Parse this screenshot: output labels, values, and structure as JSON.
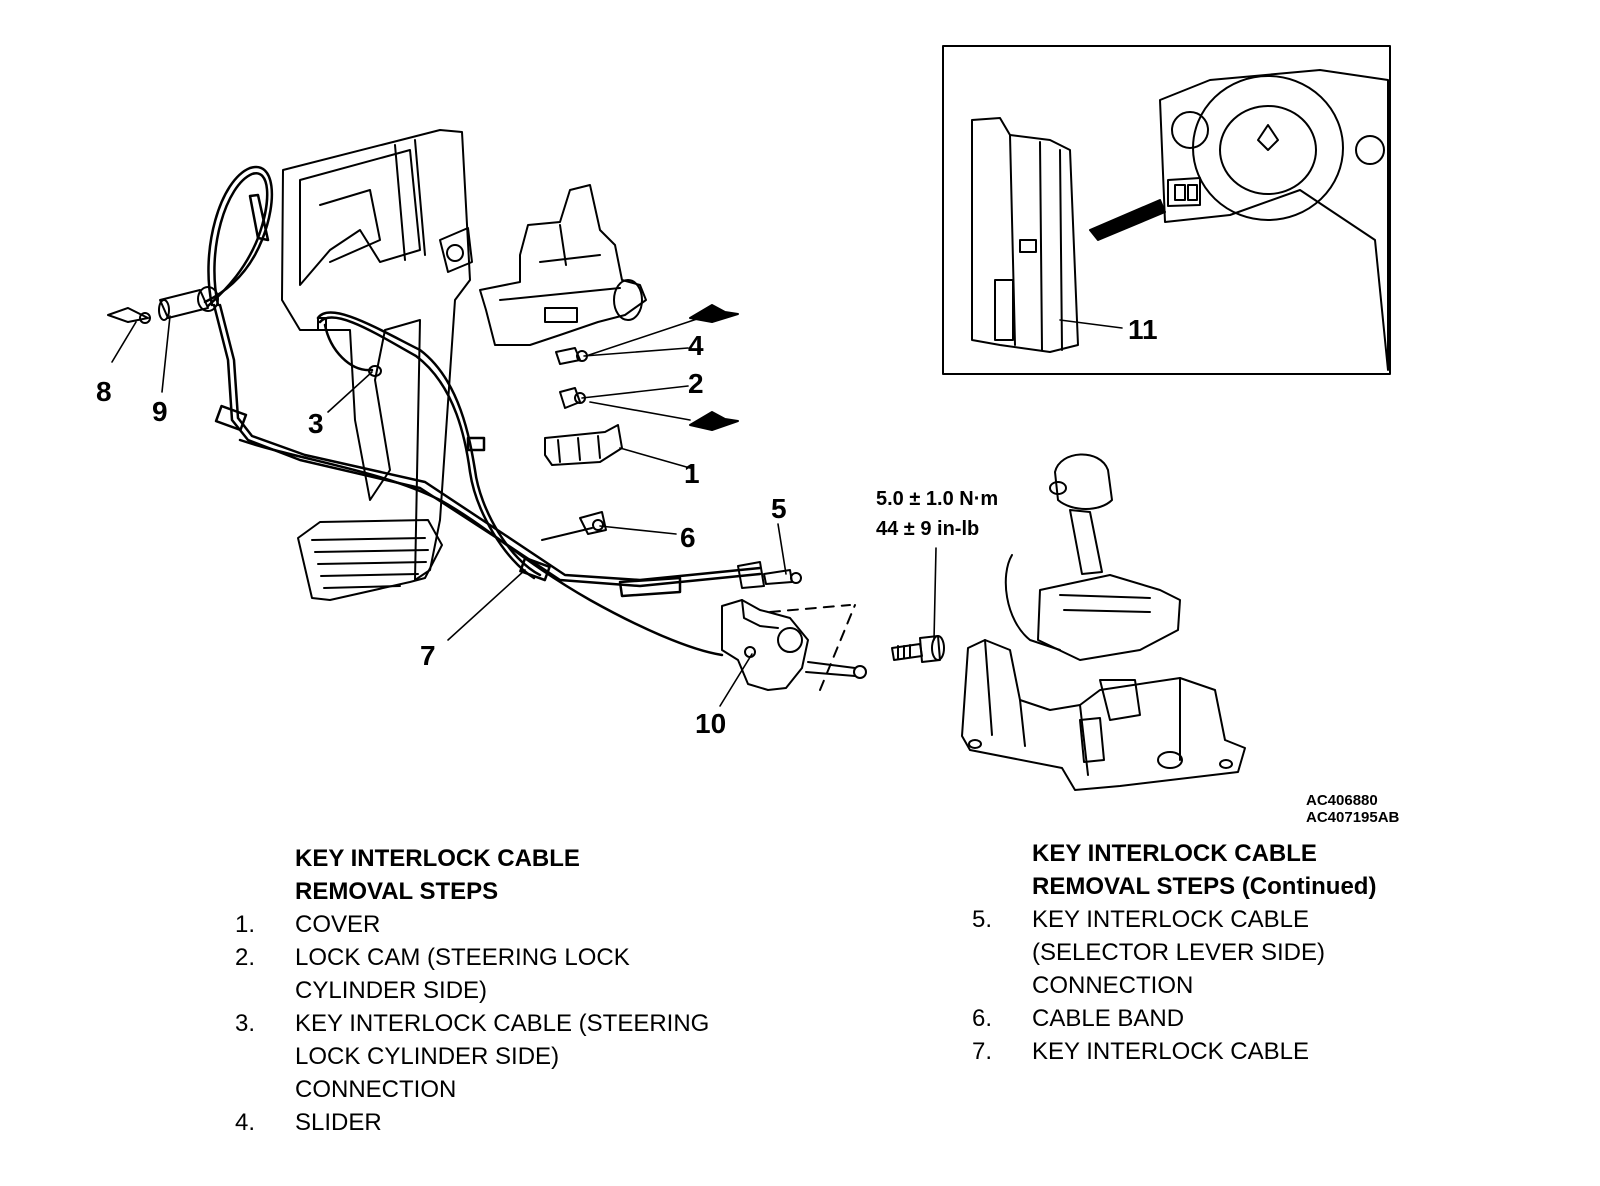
{
  "figure": {
    "callouts": [
      "1",
      "2",
      "3",
      "4",
      "5",
      "6",
      "7",
      "8",
      "9",
      "10",
      "11"
    ],
    "torque": {
      "line1": "5.0 ± 1.0 N·m",
      "line2": "44 ± 9 in-lb"
    },
    "codes": {
      "code1": "AC406880",
      "code2": "AC407195AB"
    }
  },
  "steps_left": {
    "title_line1": "KEY INTERLOCK CABLE",
    "title_line2": "REMOVAL STEPS",
    "items": [
      {
        "num": "1.",
        "text": "COVER"
      },
      {
        "num": "2.",
        "text": "LOCK CAM (STEERING LOCK CYLINDER SIDE)"
      },
      {
        "num": "3.",
        "text": "KEY INTERLOCK CABLE (STEERING LOCK CYLINDER SIDE) CONNECTION"
      },
      {
        "num": "4.",
        "text": "SLIDER"
      }
    ]
  },
  "steps_right": {
    "title_line1": "KEY INTERLOCK CABLE",
    "title_line2": "REMOVAL STEPS (Continued)",
    "items": [
      {
        "num": "5.",
        "text": "KEY INTERLOCK CABLE (SELECTOR LEVER SIDE) CONNECTION"
      },
      {
        "num": "6.",
        "text": "CABLE BAND"
      },
      {
        "num": "7.",
        "text": "KEY INTERLOCK CABLE"
      }
    ]
  }
}
